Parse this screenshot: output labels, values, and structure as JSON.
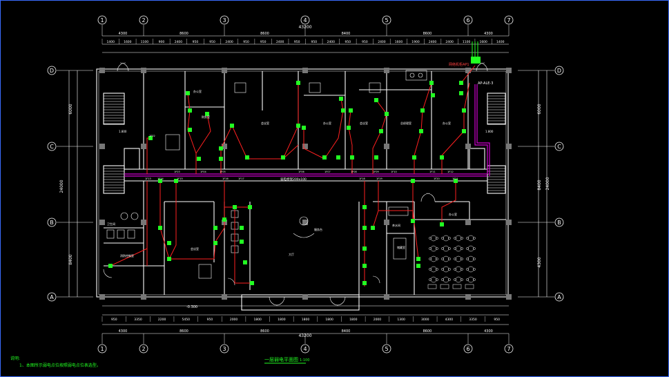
{
  "colors": {
    "background": "#000000",
    "walls": "#ffffff",
    "dims": "#ffffff",
    "wiring": "#ff2020",
    "devices": "#22ff22",
    "cable_tray": "#d000d0",
    "notes": "#22ff22",
    "title": "#22ff22"
  },
  "axes": {
    "columns": [
      "1",
      "2",
      "3",
      "4",
      "5",
      "6",
      "7"
    ],
    "rows": [
      "D",
      "C",
      "B",
      "A"
    ]
  },
  "dimensions": {
    "overall_top": "43200",
    "overall_bottom": "43200",
    "spans": [
      "4300",
      "8600",
      "8600",
      "8400",
      "8600",
      "4300"
    ],
    "top_detail": [
      "1400",
      "1600",
      "1100",
      "900",
      "2400",
      "950",
      "950",
      "2400",
      "950",
      "950",
      "2400",
      "950",
      "950",
      "2400",
      "950",
      "950",
      "2400",
      "1600",
      "1900",
      "2400",
      "2400",
      "1100",
      "1600",
      "1400"
    ],
    "bottom_detail": [
      "950",
      "3350",
      "2200",
      "5450",
      "950",
      "2000",
      "1800",
      "1800",
      "1800",
      "1800",
      "1800",
      "2000",
      "1300",
      "3000",
      "4300",
      "3350",
      "950"
    ],
    "left_overall": "24000",
    "left_parts": [
      "6000",
      "8400"
    ],
    "right_overall": "24000",
    "right_parts": [
      "6000",
      "8400",
      "4300"
    ],
    "level": "-0.300"
  },
  "rooms": {
    "stair_left": "1.800",
    "stair_right": "1.800",
    "lobby": "大厅",
    "lobby_desk": "服务台",
    "room_top_left": "办公室",
    "room_top_mid": "会议室",
    "room_top_c": "财务室",
    "room_top_d": "办公室",
    "room_top_e": "会议室",
    "room_top_f": "总经理室",
    "room_right_top": "办公室",
    "room_bottom_left": "卫生间",
    "room_bottom_left2": "消防控制室",
    "room_bottom_mid": "会议室",
    "room_bottom_right": "办公室",
    "room_bottom_right2": "茶水间",
    "room_store": "储藏室"
  },
  "labels": {
    "ap_panel": "网络机柜AP1",
    "ap_sub": "AP-ALE-3",
    "tray_label": "弱电桥架200x100",
    "nodes": [
      "1F02",
      "1F03",
      "1F04",
      "1F05",
      "1F06",
      "1F07",
      "1F08",
      "1F09",
      "1F10",
      "1F11",
      "1F12",
      "1F13",
      "1F14",
      "1F15",
      "1F16",
      "1F17",
      "1F18",
      "1F19",
      "1F20",
      "1F21"
    ]
  },
  "notes": {
    "heading": "说明:",
    "line1": "1、本图所示弱电点位按照弱电点位表选型。"
  },
  "title": {
    "main": "一层弱电平面图",
    "scale": "1:100"
  }
}
